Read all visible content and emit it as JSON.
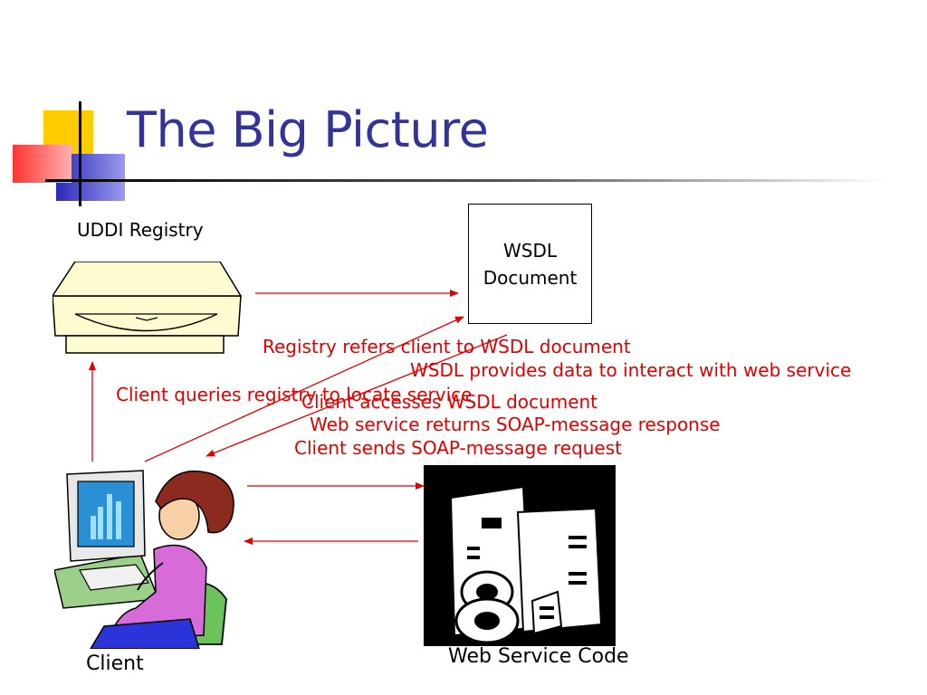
{
  "slide": {
    "title": "The Big Picture"
  },
  "nodes": {
    "uddi": {
      "label": "UDDI Registry"
    },
    "wsdl": {
      "line1": "WSDL",
      "line2": "Document"
    },
    "client": {
      "label": "Client"
    },
    "webservice": {
      "label": "Web Service Code"
    }
  },
  "steps": {
    "registry_refers": "Registry refers client to WSDL document",
    "wsdl_provides": "WSDL provides data to interact with web service",
    "client_queries": "Client queries registry to locate service",
    "client_accesses": "Client accesses WSDL document",
    "service_returns": "Web service returns SOAP-message response",
    "client_sends": "Client sends SOAP-message request"
  },
  "colors": {
    "title": "#333399",
    "arrows": "#e00000",
    "accent_yellow": "#ffcc00",
    "accent_blue": "#3333cc",
    "accent_red": "#ff3333"
  }
}
